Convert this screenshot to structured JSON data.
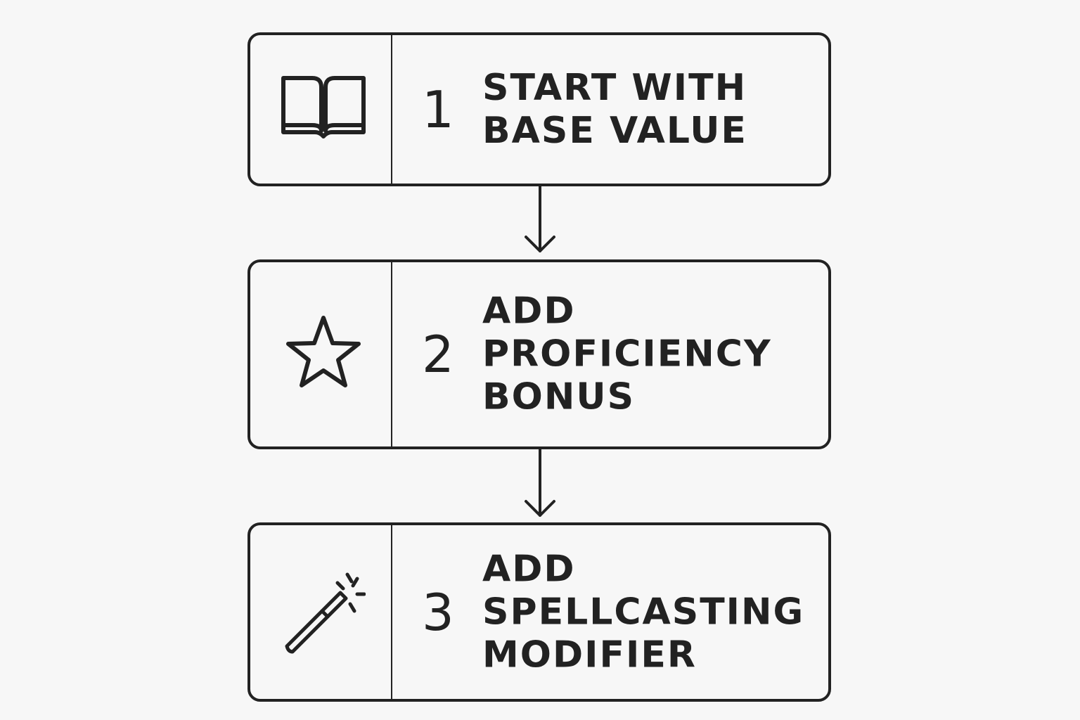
{
  "steps": [
    {
      "number": "1",
      "lines": [
        "START WITH",
        "BASE VALUE"
      ],
      "icon": "book-icon"
    },
    {
      "number": "2",
      "lines": [
        "ADD",
        "PROFICIENCY",
        "BONUS"
      ],
      "icon": "star-icon"
    },
    {
      "number": "3",
      "lines": [
        "ADD",
        "SPELLCASTING",
        "MODIFIER"
      ],
      "icon": "magic-wand-icon"
    }
  ],
  "colors": {
    "stroke": "#222222",
    "background": "#f7f7f7"
  }
}
